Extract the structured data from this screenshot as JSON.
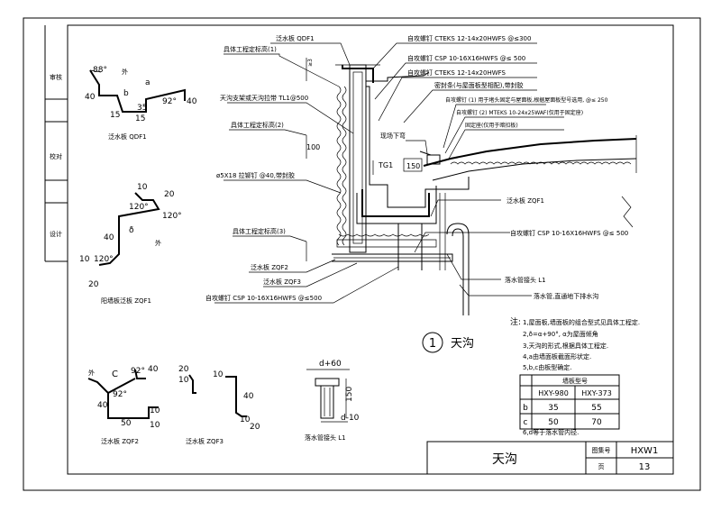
{
  "drawing": {
    "side_labels": [
      "审核",
      "校对",
      "设计"
    ],
    "detail": {
      "number": "1",
      "title": "天沟"
    },
    "callouts": {
      "left": [
        "泛水板 QDF1",
        "具体工程定标高(1)",
        "天沟支架或天沟拉带 TL1@500",
        "具体工程定标高(2)",
        "ø5X18 拉铆钉 @40,带封胶",
        "具体工程定标高(3)",
        "泛水板 ZQF2",
        "泛水板 ZQF3",
        "自攻螺钉 CSP 10-16X16HWFS @≤500"
      ],
      "top": [
        "自攻螺钉 CTEKS 12-14x20HWFS @≤300",
        "自攻螺钉 CSP 10-16X16HWFS @≤ 500",
        "自攻螺钉 CTEKS 12-14x20HWFS",
        "密封条(与屋面板型相配),带封胶",
        "自攻螺钉 (1) 用于堵头固定与屋面板,根据屋面板型号选用, @≤ 250",
        "自攻螺钉 (2) MTEKS 10-24x25WAF(仅用于固定座)",
        "固定座(仅用于暗扣板)",
        "现场下弯"
      ],
      "right": [
        "泛水板 ZQF1",
        "自攻螺钉 CSP 10-16X16HWFS @≤ 500",
        "落水管接头 L1",
        "落水管,直通地下排水沟"
      ],
      "markers": [
        "TG1",
        "150",
        "100",
        "150",
        "d+60",
        "d-10"
      ]
    },
    "notes": {
      "heading": "注:",
      "items": [
        "1,屋面板,墙面板的组合型式见具体工程定.",
        "2,ð=α+90°, α为屋面倾角",
        "3,天沟的形式,根据具体工程定.",
        "4,a由墙面板截面形状定.",
        "5,b,c由板型确定."
      ],
      "last_item": "6,d等于落水管内径."
    },
    "panel_table": {
      "title": "墙板型号",
      "columns": [
        "HXY-980",
        "HXY-373"
      ],
      "rows": [
        {
          "key": "b",
          "values": [
            "35",
            "55"
          ]
        },
        {
          "key": "c",
          "values": [
            "50",
            "70"
          ]
        }
      ]
    },
    "parts": {
      "qdf1": {
        "label": "泛水板 QDF1",
        "dims": [
          "88°",
          "外",
          "a",
          "40",
          "b",
          "92°",
          "40",
          "35",
          "15",
          "15"
        ]
      },
      "zqf1": {
        "label": "阳墙板泛板 ZQF1",
        "dims": [
          "10",
          "20",
          "120°",
          "120°",
          "40",
          "ð",
          "外",
          "10",
          "120°",
          "20"
        ]
      },
      "zqf2": {
        "label": "泛水板 ZQF2",
        "dims": [
          "外",
          "C",
          "92°",
          "40",
          "92°",
          "40",
          "10",
          "50",
          "10"
        ]
      },
      "zqf3": {
        "label": "泛水板 ZQF3",
        "dims": [
          "20",
          "10",
          "40",
          "10",
          "10",
          "20"
        ]
      },
      "l1": {
        "label": "落水管接头 L1",
        "dims": [
          "d+60",
          "150",
          "d-10"
        ]
      }
    },
    "title_block": {
      "title": "天沟",
      "drawing_no_label": "图集号",
      "drawing_no": "HXW1",
      "page_label": "页",
      "page": "13"
    }
  }
}
